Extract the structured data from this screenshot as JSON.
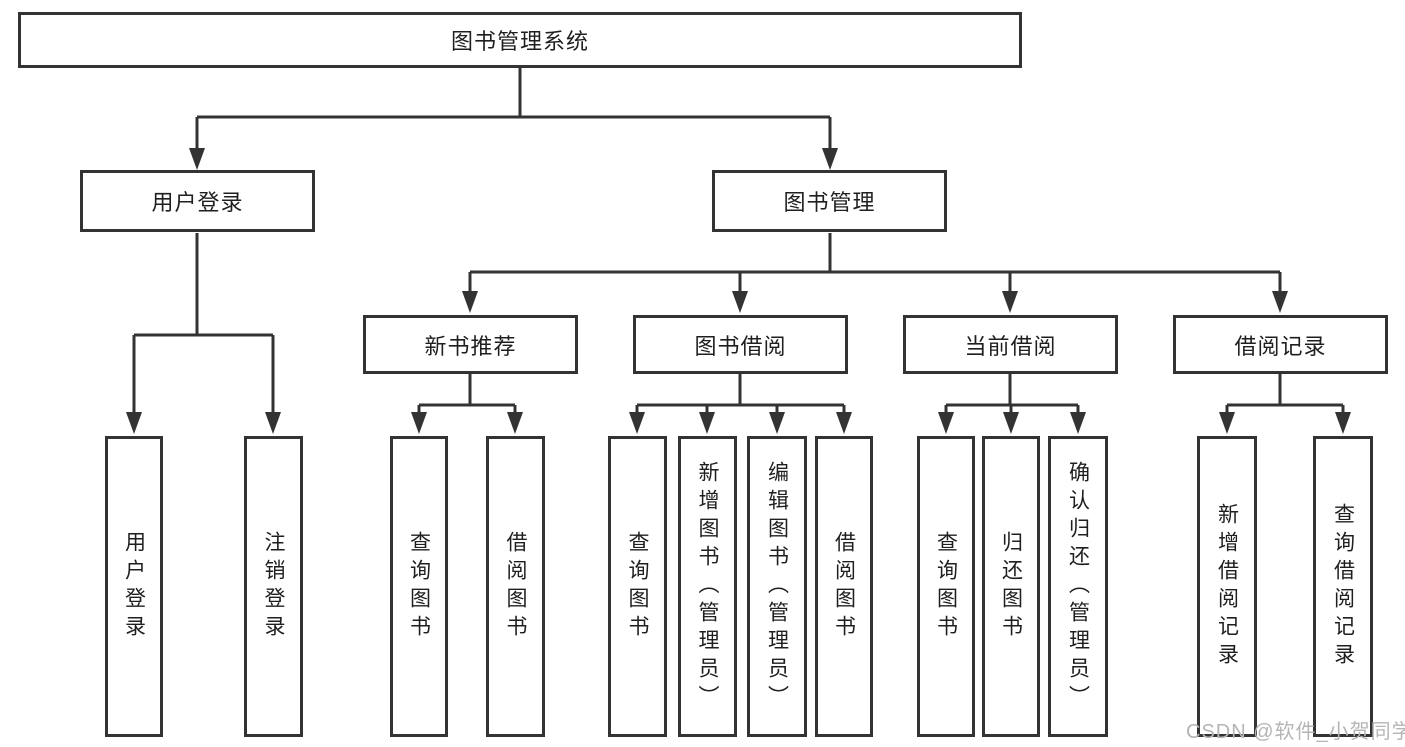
{
  "diagram_title": "图书管理系统",
  "tree": {
    "label": "图书管理系统",
    "children": [
      {
        "label": "用户登录",
        "children": [
          {
            "label": "用户登录"
          },
          {
            "label": "注销登录"
          }
        ]
      },
      {
        "label": "图书管理",
        "children": [
          {
            "label": "新书推荐",
            "children": [
              {
                "label": "查询图书"
              },
              {
                "label": "借阅图书"
              }
            ]
          },
          {
            "label": "图书借阅",
            "children": [
              {
                "label": "查询图书"
              },
              {
                "label": "新增图书（管理员）"
              },
              {
                "label": "编辑图书（管理员）"
              },
              {
                "label": "借阅图书"
              }
            ]
          },
          {
            "label": "当前借阅",
            "children": [
              {
                "label": "查询图书"
              },
              {
                "label": "归还图书"
              },
              {
                "label": "确认归还（管理员）"
              }
            ]
          },
          {
            "label": "借阅记录",
            "children": [
              {
                "label": "新增借阅记录"
              },
              {
                "label": "查询借阅记录"
              }
            ]
          }
        ]
      }
    ]
  },
  "watermark": "CSDN @软件_小贺同学",
  "colors": {
    "line": "#333333",
    "box_border": "#333333",
    "box_fill": "#ffffff",
    "text": "#1f1f1f",
    "watermark": "#b5b5b5"
  }
}
